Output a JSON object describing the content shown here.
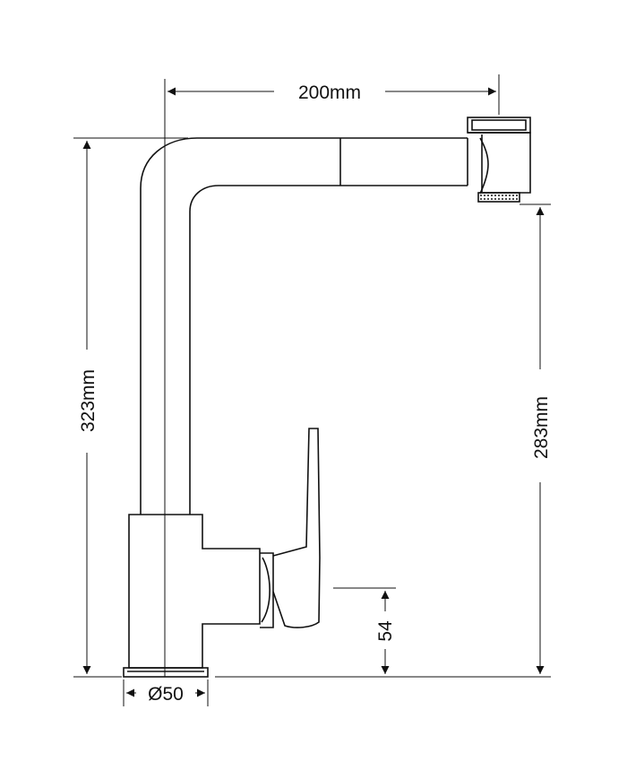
{
  "dimensions": {
    "spout_reach": "200mm",
    "total_height": "323mm",
    "spout_clearance": "283mm",
    "handle_height": "54",
    "base_diameter": "Ø50"
  },
  "colors": {
    "line": "#111111",
    "background": "#ffffff"
  }
}
